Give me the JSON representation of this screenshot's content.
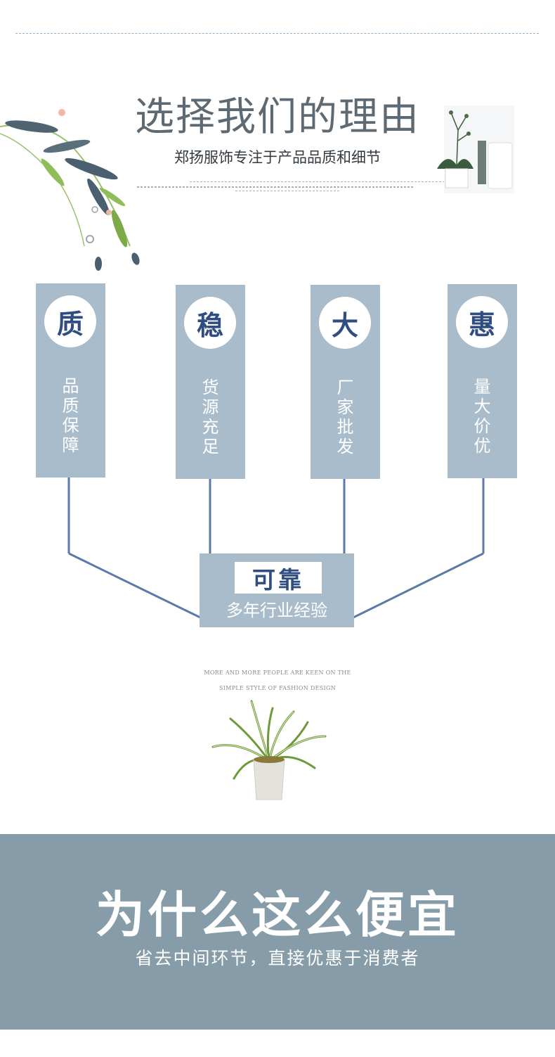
{
  "header": {
    "title": "选择我们的理由",
    "subtitle": "郑扬服饰专注于产品品质和细节"
  },
  "pillars": [
    {
      "char": "质",
      "text": [
        "品",
        "质",
        "保",
        "障"
      ]
    },
    {
      "char": "稳",
      "text": [
        "货",
        "源",
        "充",
        "足"
      ]
    },
    {
      "char": "大",
      "text": [
        "厂",
        "家",
        "批",
        "发"
      ]
    },
    {
      "char": "惠",
      "text": [
        "量",
        "大",
        "价",
        "优"
      ]
    }
  ],
  "center": {
    "label": "可靠",
    "sub": "多年行业经验"
  },
  "tagline": {
    "line1": "MORE AND MORE PEOPLE ARE KEEN ON THE",
    "line2": "SIMPLE STYLE OF FASHION DESIGN"
  },
  "band": {
    "title": "为什么这么便宜",
    "subtitle": "省去中间环节，直接优惠于消费者"
  },
  "colors": {
    "pillar": "#a9bccb",
    "accent": "#2f4d80",
    "band": "#869ca9",
    "connector": "#5b7aa8"
  }
}
